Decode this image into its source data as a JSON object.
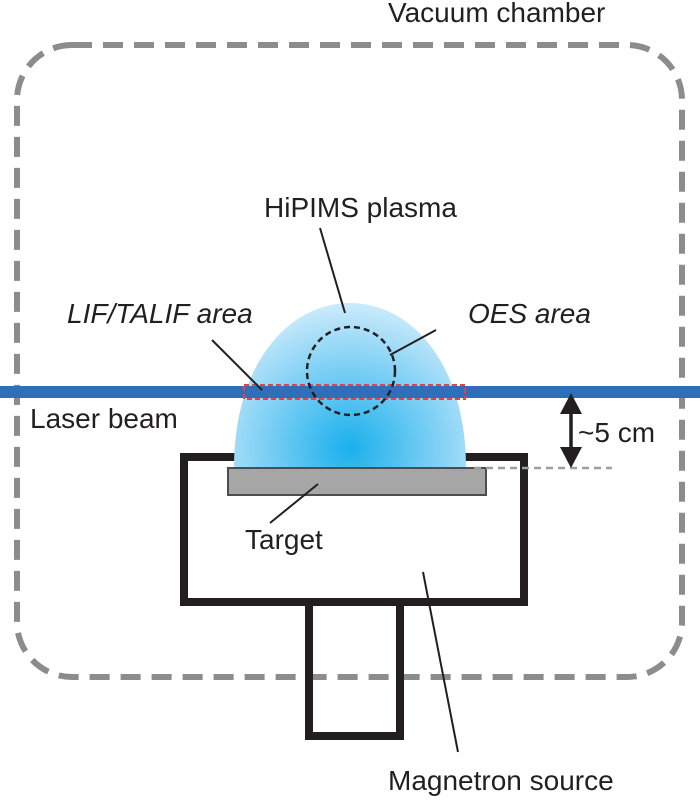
{
  "labels": {
    "vacuum_chamber": "Vacuum chamber",
    "hipims_plasma": "HiPIMS plasma",
    "lif_talif_area": "LIF/TALIF area",
    "oes_area": "OES area",
    "laser_beam": "Laser beam",
    "distance": "~5 cm",
    "target": "Target",
    "magnetron_source": "Magnetron source"
  },
  "colors": {
    "chamber_outline": "#8c8c8c",
    "laser_beam": "#2f6fba",
    "plasma_core": "#1ab0ec",
    "plasma_edge": "#e6f4fd",
    "lif_area_outline": "#e8413f",
    "target_fill": "#a6a6a6",
    "structure": "#231f20"
  }
}
